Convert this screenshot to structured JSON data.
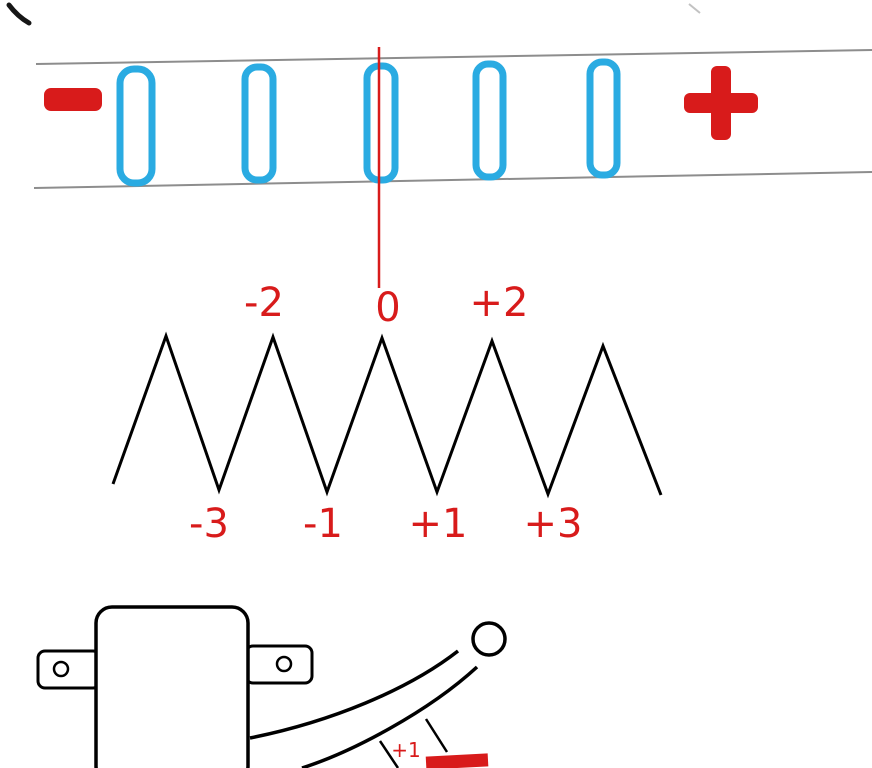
{
  "diagram": {
    "top_track": {
      "minus_icon": "minus-polarity",
      "plus_icon": "plus-polarity",
      "bead_count": 5,
      "pointer_icon": "zero-pointer-line"
    },
    "tooth_scale": {
      "peak_labels": [
        "-2",
        "0",
        "+2"
      ],
      "valley_labels": [
        "-3",
        "-1",
        "+1",
        "+3"
      ]
    },
    "lever": {
      "segment_label": "+1"
    },
    "colors": {
      "red": "#d81b1b",
      "blue": "#2aabe2",
      "line_gray": "#8d8d8d",
      "ink_black": "#000000",
      "background": "#ffffff"
    }
  }
}
